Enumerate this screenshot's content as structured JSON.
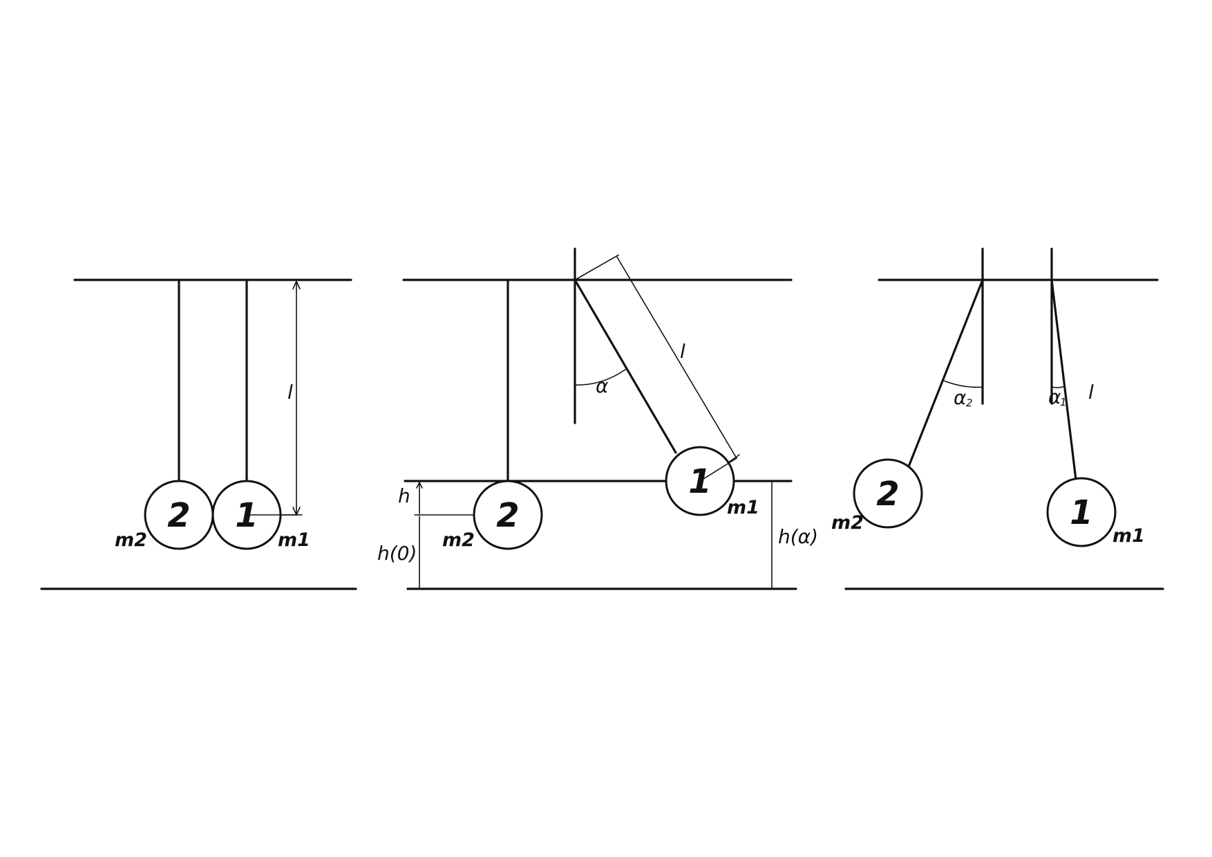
{
  "panels": [
    {
      "ball_2_number": "2",
      "ball_1_number": "1",
      "mass_2": "m2",
      "mass_1": "m1",
      "length": "l"
    },
    {
      "ball_2_number": "2",
      "ball_1_number": "1",
      "mass_2": "m2",
      "mass_1": "m1",
      "length": "l",
      "angle": "α",
      "height_diff": "h",
      "height_rest": "h(0)",
      "height_angle": "h(α)"
    },
    {
      "ball_2_number": "2",
      "ball_1_number": "1",
      "mass_2": "m2",
      "mass_1": "m1",
      "length": "l",
      "angle_2": "α",
      "angle_2_sub": "2",
      "angle_1": "α",
      "angle_1_sub": "1"
    }
  ],
  "colors": {
    "ink": "#111111",
    "paper": "#ffffff"
  }
}
